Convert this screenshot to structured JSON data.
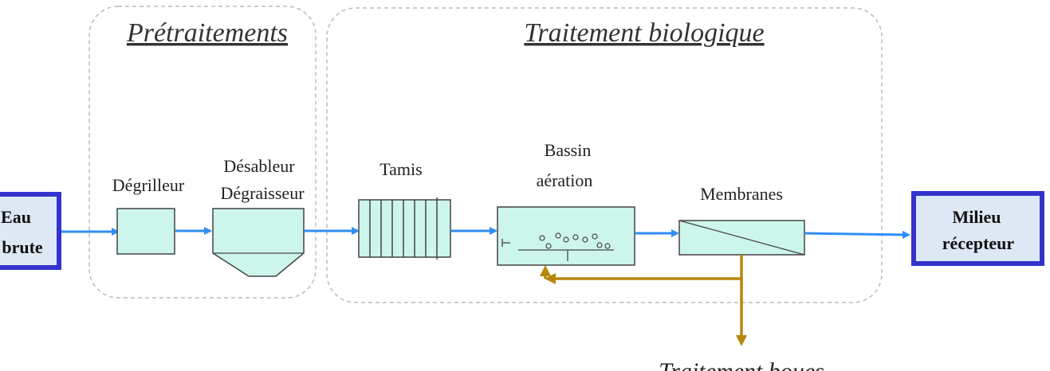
{
  "groups": {
    "pretreatment": "Prétraitements",
    "biological": "Traitement biologique"
  },
  "steps": {
    "input_line1": "Eau",
    "input_line2": "brute",
    "screen": "Dégrilleur",
    "degritter_line1": "Désableur",
    "degritter_line2": "Dégraisseur",
    "sieve": "Tamis",
    "aeration_line1": "Bassin",
    "aeration_line2": "aération",
    "membranes": "Membranes",
    "output_line1": "Milieu",
    "output_line2": "récepteur",
    "sludge": "Traitement boues"
  },
  "colors": {
    "box_fill": "#ccf5ec",
    "box_stroke": "#444444",
    "io_fill": "#dde8f5",
    "io_stroke": "#3333cc",
    "flow_arrow": "#2f8ef5",
    "sludge_arrow": "#b8860b",
    "group_border": "#bbbbbb"
  }
}
